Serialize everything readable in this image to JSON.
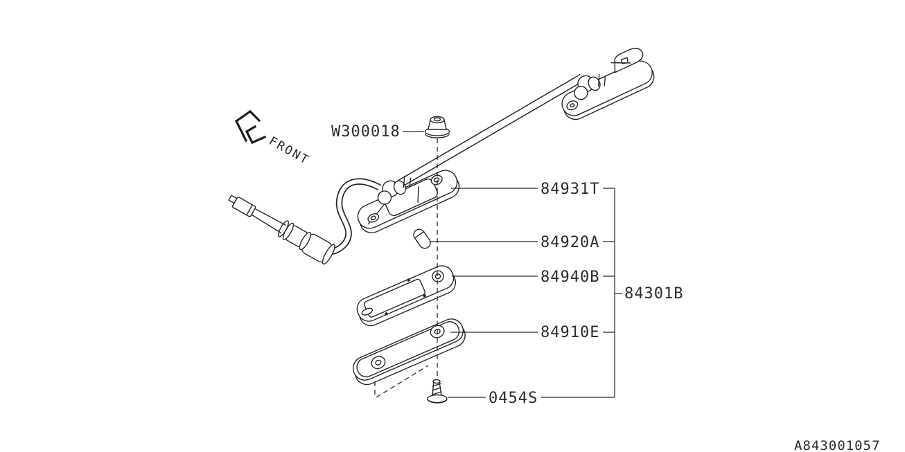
{
  "diagram": {
    "front_indicator": "FRONT",
    "part_labels": {
      "grommet": "W300018",
      "lamp_assembly": "84931T",
      "bulb": "84920A",
      "packing": "84940B",
      "lamp_group": "84301B",
      "lens": "84910E",
      "screw": "0454S"
    },
    "figure_code": "A843001057",
    "colors": {
      "line": "#262626",
      "background": "#ffffff",
      "label_text": "#2b2b2b"
    }
  }
}
